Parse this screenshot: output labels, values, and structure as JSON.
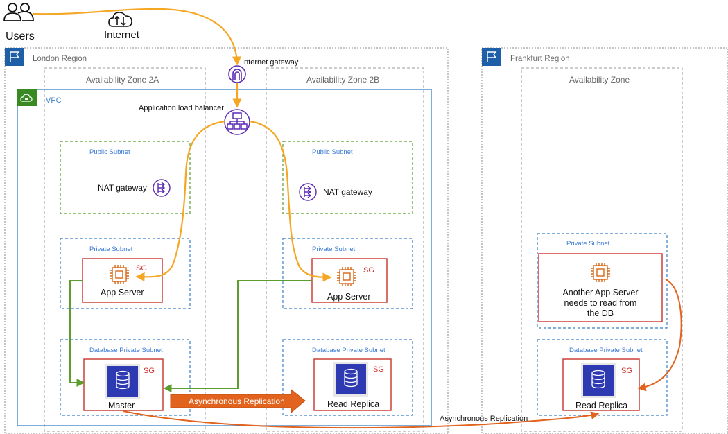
{
  "top": {
    "users_label": "Users",
    "internet_label": "Internet",
    "internet_gateway_label": "Internet gateway",
    "alb_label": "Application load balancer"
  },
  "london": {
    "region_label": "London Region",
    "az_a_label": "Availability Zone 2A",
    "az_b_label": "Availability Zone 2B",
    "vpc_label": "VPC",
    "public_subnet_a": "Public Subnet",
    "public_subnet_b": "Public Subnet",
    "nat_a": "NAT gateway",
    "nat_b": "NAT gateway",
    "private_subnet_a": "Private Subnet",
    "private_subnet_b": "Private Subnet",
    "app_server_a": "App Server",
    "app_server_b": "App Server",
    "db_subnet_a": "Database Private Subnet",
    "db_subnet_b": "Database Private Subnet",
    "master_label": "Master",
    "read_replica_label": "Read Replica",
    "async_arrow_label": "Asynchronous Replication"
  },
  "frankfurt": {
    "region_label": "Frankfurt Region",
    "az_label": "Availability Zone",
    "private_subnet": "Private Subnet",
    "app_server_text": [
      "Another App Server",
      "needs to read from",
      "the DB"
    ],
    "db_subnet": "Database Private Subnet",
    "read_replica_label": "Read Replica"
  },
  "sg_label": "SG",
  "cross_region_label": "Asynchronous Replication",
  "colors": {
    "flow": "#f5a623",
    "green": "#5c9e2e",
    "orange": "#e2631d",
    "region_blue": "#1f5fa8",
    "vpc_blue": "#3b7fc4",
    "ec2_orange": "#d86613",
    "rds_blue": "#2e3ab1",
    "alb_purple": "#5b2bb5",
    "red_box": "#c7322b"
  }
}
